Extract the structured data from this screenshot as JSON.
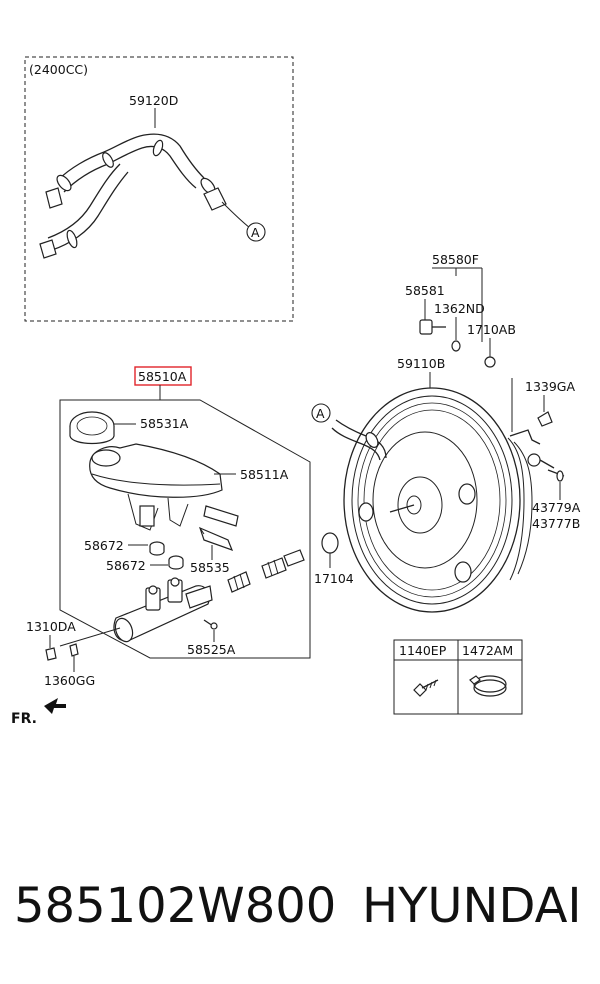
{
  "inset": {
    "variant_label": "(2400CC)",
    "hose_label": "59120D",
    "connector_ref": "A"
  },
  "labels": {
    "p58580F": "58580F",
    "p58581": "58581",
    "p1362ND": "1362ND",
    "p1710AB": "1710AB",
    "p59110B": "59110B",
    "p1339GA": "1339GA",
    "p43779A": "43779A",
    "p43777B": "43777B",
    "p17104": "17104",
    "p58510A": "58510A",
    "p58531A": "58531A",
    "p58511A": "58511A",
    "p58672a": "58672",
    "p58672b": "58672",
    "p58535": "58535",
    "p58525A": "58525A",
    "p1310DA": "1310DA",
    "p1360GG": "1360GG",
    "booster_ref": "A"
  },
  "legend": {
    "col1": "1140EP",
    "col2": "1472AM"
  },
  "front_marker": "FR.",
  "footer": {
    "part_number": "585102W800",
    "brand": "HYUNDAI"
  },
  "highlight_color": "#e0242b"
}
